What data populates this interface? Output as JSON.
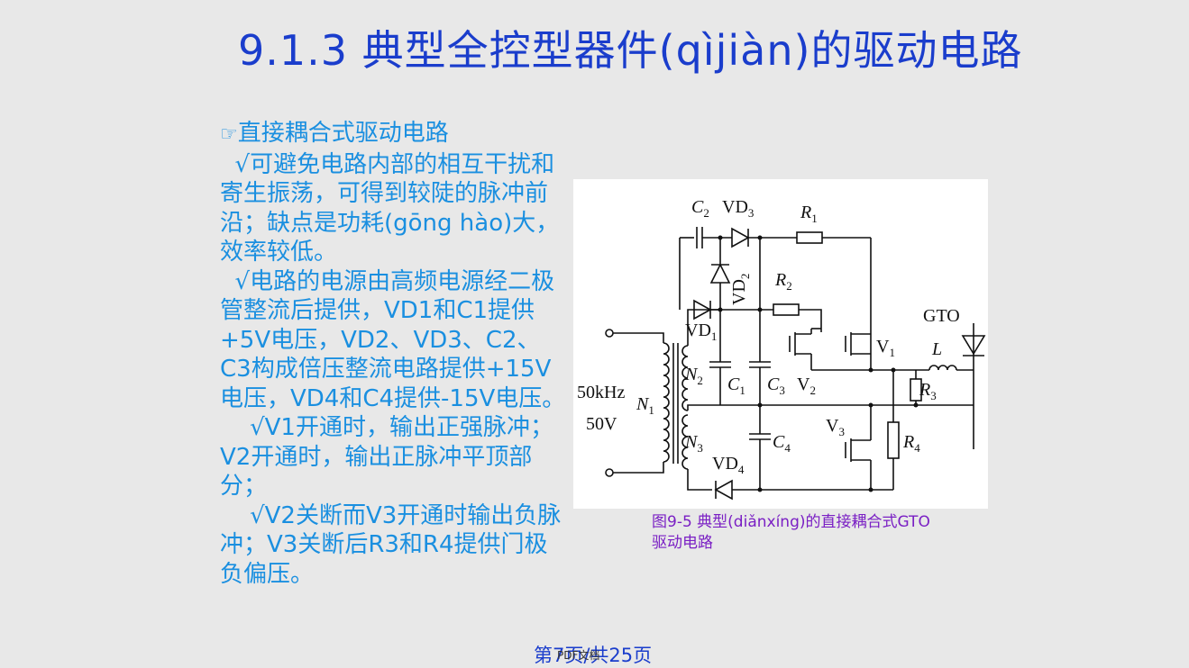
{
  "title": "9.1.3  典型全控型器件(qìjiàn)的驱动电路",
  "section": {
    "bullet_icon": "pointing-hand-icon",
    "bullet_glyph": "☞",
    "heading": "直接耦合式驱动电路",
    "paragraphs": [
      "  √可避免电路内部的相互干扰和寄生振荡，可得到较陡的脉冲前沿；缺点是功耗(gōng hào)大，效率较低。",
      "  √电路的电源由高频电源经二极管整流后提供，VD1和C1提供+5V电压，VD2、VD3、C2、C3构成倍压整流电路提供+15V电压，VD4和C4提供-15V电压。",
      "    √V1开通时，输出正强脉冲；V2开通时，输出正脉冲平顶部分；",
      "    √V2关断而V3开通时输出负脉冲；V3关断后R3和R4提供门极负偏压。"
    ]
  },
  "figure": {
    "labels": {
      "c2": "C",
      "c2_sub": "2",
      "vd3": "VD",
      "vd3_sub": "3",
      "r1": "R",
      "r1_sub": "1",
      "vd2": "VD",
      "vd2_sub": "2",
      "r2": "R",
      "r2_sub": "2",
      "vd1": "VD",
      "vd1_sub": "1",
      "gto": "GTO",
      "v1": "V",
      "v1_sub": "1",
      "l": "L",
      "n2": "N",
      "n2_sub": "2",
      "c1": "C",
      "c1_sub": "1",
      "c3": "C",
      "c3_sub": "3",
      "v2": "V",
      "v2_sub": "2",
      "r3": "R",
      "r3_sub": "3",
      "freq": "50kHz",
      "n1": "N",
      "n1_sub": "1",
      "volt": "50V",
      "v3": "V",
      "v3_sub": "3",
      "n3": "N",
      "n3_sub": "3",
      "c4": "C",
      "c4_sub": "4",
      "r4": "R",
      "r4_sub": "4",
      "vd4": "VD",
      "vd4_sub": "4"
    },
    "caption": "图9-5 典型(diǎnxíng)的直接耦合式GTO驱动电路"
  },
  "footer": {
    "page_text": "第7页/共25页",
    "overlay_text": "PDF文档"
  }
}
